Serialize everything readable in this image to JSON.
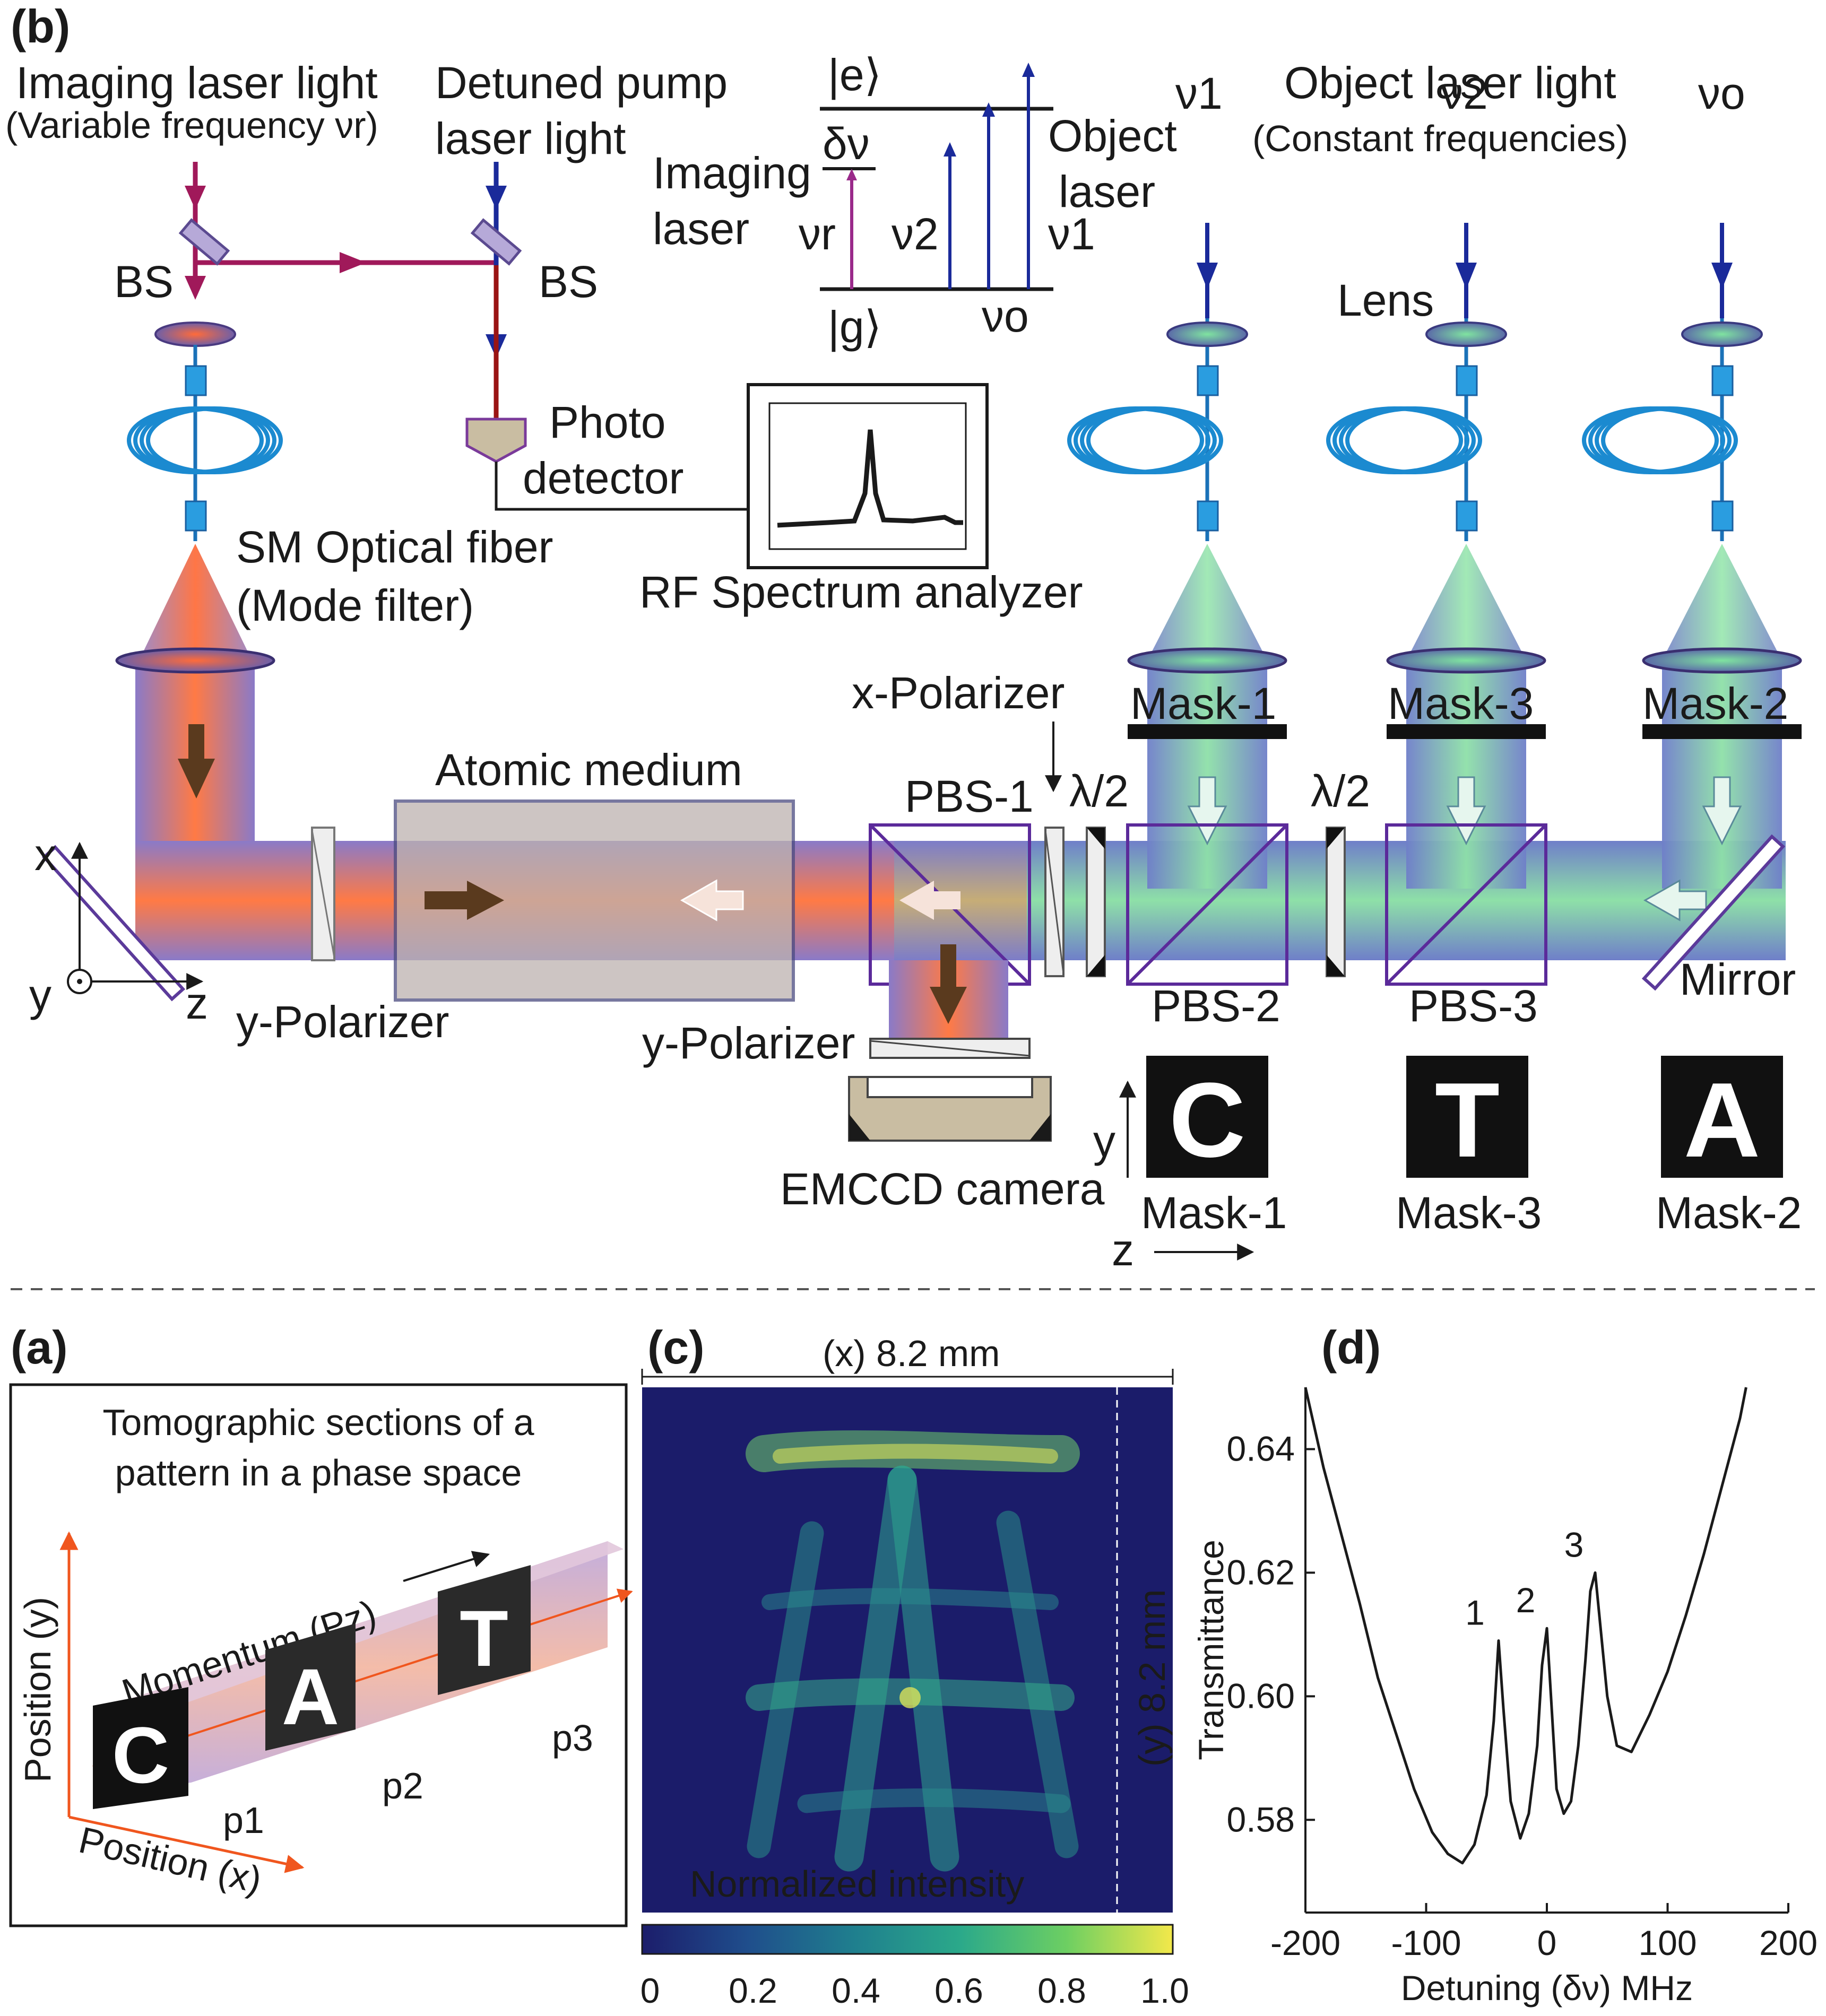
{
  "panel_b": {
    "tag": "(b)",
    "imaging_laser_title": "Imaging laser light",
    "imaging_laser_sub": "(Variable frequency νr)",
    "pump_title": "Detuned pump",
    "pump_sub": "laser light",
    "object_title": "Object laser light",
    "object_sub": "(Constant frequencies)",
    "bs_label": "BS",
    "photodetector_1": "Photo",
    "photodetector_2": "detector",
    "fiber_1": "SM Optical fiber",
    "fiber_2": "(Mode filter)",
    "spectrum_analyzer": "RF Spectrum analyzer",
    "lens_label": "Lens",
    "atomic_medium": "Atomic medium",
    "x_polarizer": "x-Polarizer",
    "y_polarizer": "y-Polarizer",
    "half_wave": "λ/2",
    "pbs1": "PBS-1",
    "pbs2": "PBS-2",
    "pbs3": "PBS-3",
    "mask1": "Mask-1",
    "mask2": "Mask-2",
    "mask3": "Mask-3",
    "mirror": "Mirror",
    "emccd": "EMCCD camera",
    "axis_x": "x",
    "axis_y": "y",
    "axis_z": "z",
    "mask_letters": [
      "C",
      "T",
      "A"
    ],
    "freq_nu1": "ν1",
    "freq_nu2": "ν2",
    "freq_nuo": "νo",
    "level_e": "|e⟩",
    "level_g": "|g⟩",
    "level_dnu": "δν",
    "level_imaging_1": "Imaging",
    "level_imaging_2": "laser",
    "level_object_1": "Object",
    "level_object_2": "laser",
    "level_nur": "νr",
    "level_nu2": "ν2",
    "level_nu1": "ν1",
    "level_nuo": "νo"
  },
  "panel_a": {
    "tag": "(a)",
    "title_1": "Tomographic sections of a",
    "title_2": "pattern in a phase space",
    "momentum": "Momentum (Pz)",
    "pos_y": "Position (y)",
    "pos_x": "Position (x)",
    "p1": "p1",
    "p2": "p2",
    "p3": "p3",
    "letters": [
      "C",
      "A",
      "T"
    ]
  },
  "panel_c": {
    "tag": "(c)",
    "x_size": "(x) 8.2 mm",
    "y_size": "(y) 8.2 mm",
    "caption": "Normalized intensity",
    "colorbar_ticks": [
      "0",
      "0.2",
      "0.4",
      "0.6",
      "0.8",
      "1.0"
    ]
  },
  "chart_data": {
    "type": "line",
    "title": "(d)",
    "xlabel": "Detuning (δν) MHz",
    "ylabel": "Transmittance",
    "xlim": [
      -200,
      200
    ],
    "ylim": [
      0.565,
      0.65
    ],
    "xticks": [
      -200,
      -100,
      0,
      100,
      200
    ],
    "yticks": [
      0.58,
      0.6,
      0.62,
      0.64
    ],
    "series": [
      {
        "x": [
          -200,
          -185,
          -170,
          -155,
          -140,
          -125,
          -110,
          -95,
          -82,
          -70,
          -60,
          -50,
          -44,
          -40,
          -36,
          -30,
          -22,
          -15,
          -8,
          -4,
          0,
          4,
          8,
          14,
          20,
          26,
          32,
          36,
          40,
          44,
          50,
          58,
          70,
          85,
          100,
          115,
          130,
          145,
          160,
          165
        ],
        "y": [
          0.65,
          0.637,
          0.626,
          0.615,
          0.603,
          0.594,
          0.585,
          0.578,
          0.5745,
          0.573,
          0.576,
          0.584,
          0.596,
          0.609,
          0.598,
          0.583,
          0.577,
          0.581,
          0.592,
          0.605,
          0.611,
          0.598,
          0.585,
          0.581,
          0.583,
          0.592,
          0.606,
          0.617,
          0.62,
          0.612,
          0.6,
          0.592,
          0.591,
          0.597,
          0.604,
          0.613,
          0.623,
          0.634,
          0.645,
          0.65
        ]
      }
    ],
    "annotations": [
      {
        "text": "1",
        "x": -42,
        "y": 0.609
      },
      {
        "text": "2",
        "x": 0,
        "y": 0.611
      },
      {
        "text": "3",
        "x": 40,
        "y": 0.62
      }
    ]
  }
}
